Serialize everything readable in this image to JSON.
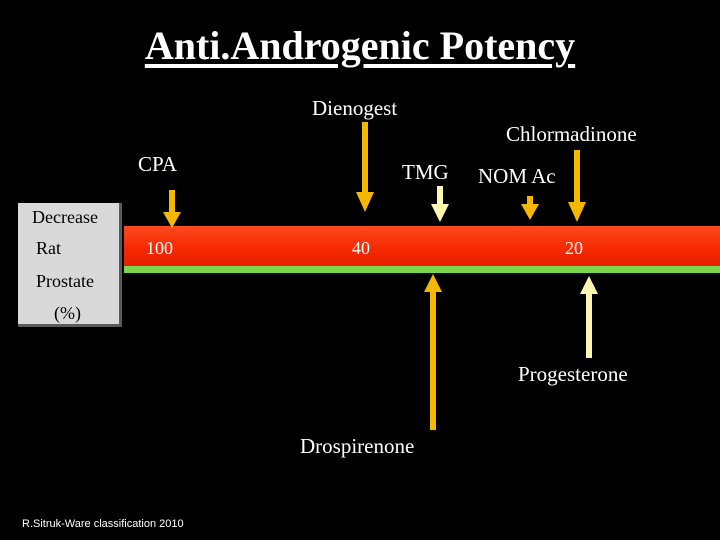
{
  "title": "Anti.Androgenic Potency",
  "drugs": {
    "dienogest": "Dienogest",
    "chlormadinone": "Chlormadinone",
    "cpa": "CPA",
    "tmg": "TMG",
    "nom_ac": "NOM Ac",
    "progesterone": "Progesterone",
    "drospirenone": "Drospirenone"
  },
  "side_label": [
    "Decrease",
    "Rat",
    "Prostate",
    "(%)"
  ],
  "values": [
    "100",
    "40",
    "20"
  ],
  "credit": "R.Sitruk-Ware classification 2010",
  "colors": {
    "background": "#000000",
    "band": "#f52800",
    "band_line": "#7ad64a",
    "arrow_down": "#f5b800",
    "arrow_down_light": "#fff6b0",
    "arrow_up_drospirenone": "#f5b800",
    "arrow_up_progesterone": "#fff6b0",
    "side_box": "#d9d9d9"
  }
}
